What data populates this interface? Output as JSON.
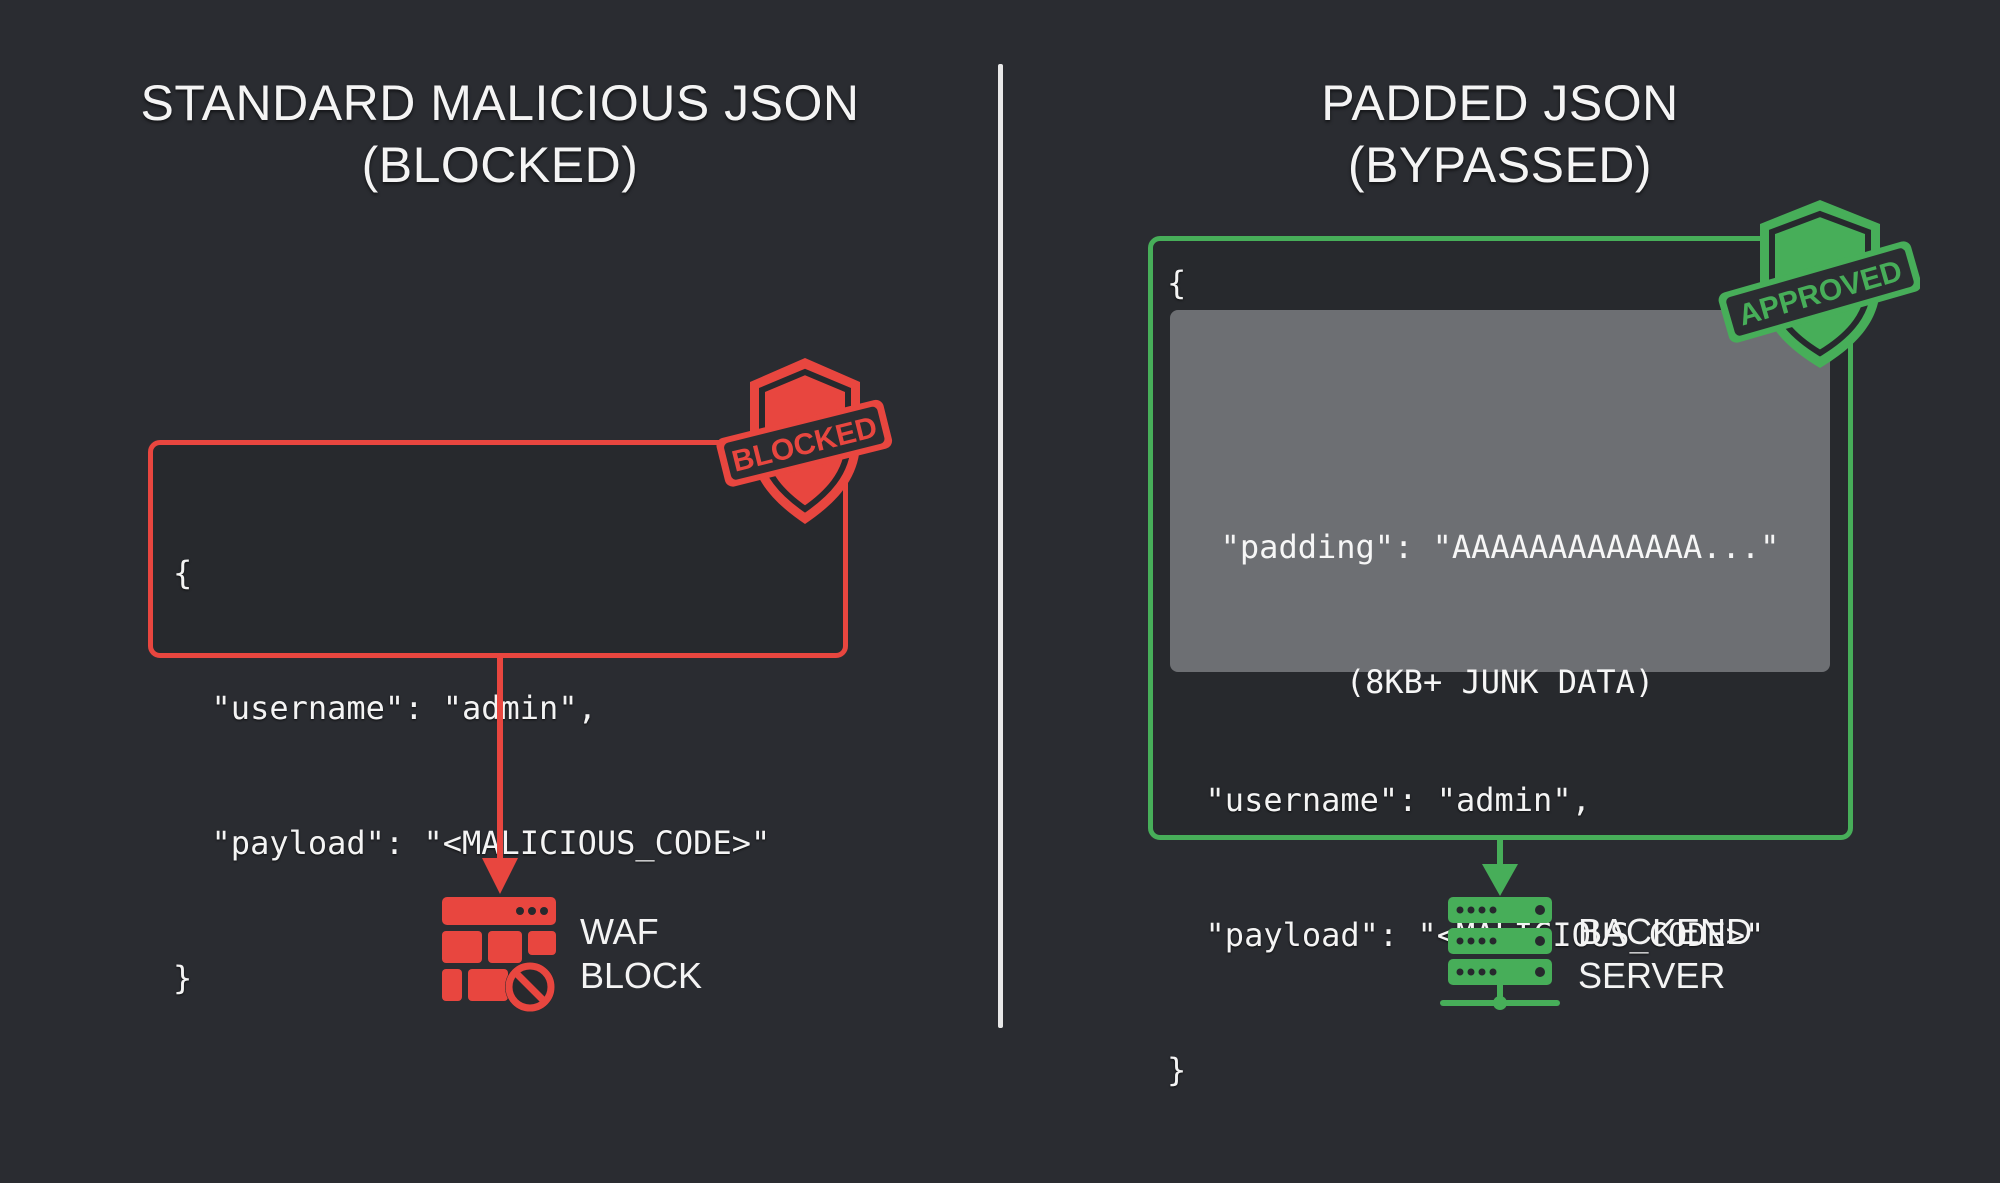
{
  "left_panel": {
    "title_line1": "STANDARD MALICIOUS JSON",
    "title_line2": "(BLOCKED)",
    "code_lines": [
      "{",
      "  \"username\": \"admin\",",
      "  \"payload\": \"<MALICIOUS_CODE>\"",
      "}"
    ],
    "stamp_text": "BLOCKED",
    "icon_label_line1": "WAF",
    "icon_label_line2": "BLOCK",
    "accent_color": "#e8463f"
  },
  "right_panel": {
    "title_line1": "PADDED JSON",
    "title_line2": "(BYPASSED)",
    "open_brace": "{",
    "padding_line": "\"padding\": \"AAAAAAAAAAAAA...\"",
    "padding_note": "(8KB+ JUNK DATA)",
    "code_lines": [
      "  \"username\": \"admin\",",
      "  \"payload\": \"<MALICIOUS_CODE>\"",
      "}"
    ],
    "stamp_text": "APPROVED",
    "icon_label_line1": "BACKEND",
    "icon_label_line2": "SERVER",
    "accent_color": "#47ae59"
  }
}
